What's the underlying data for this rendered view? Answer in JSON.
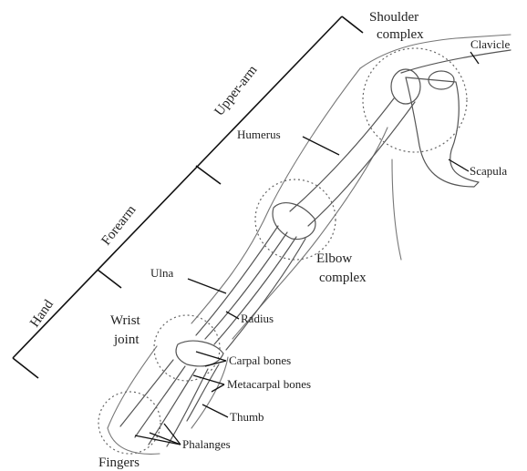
{
  "segments": {
    "hand": "Hand",
    "forearm": "Forearm",
    "upper_arm": "Upper-arm"
  },
  "regions": {
    "shoulder_line1": "Shoulder",
    "shoulder_line2": "complex",
    "elbow_line1": "Elbow",
    "elbow_line2": "complex",
    "wrist_line1": "Wrist",
    "wrist_line2": "joint",
    "fingers": "Fingers"
  },
  "labels": {
    "clavicle": "Clavicle",
    "scapula": "Scapula",
    "humerus": "Humerus",
    "ulna": "Ulna",
    "radius": "Radius",
    "carpal_bones": "Carpal bones",
    "metacarpal_bones": "Metacarpal bones",
    "thumb": "Thumb",
    "phalanges": "Phalanges"
  }
}
